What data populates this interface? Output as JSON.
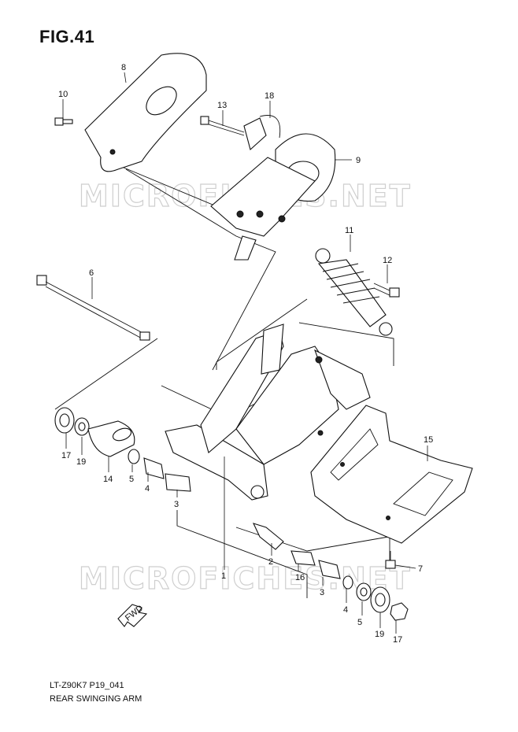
{
  "figure_title": "FIG.41",
  "watermark": "MICROFICHES.NET",
  "footer": {
    "model_code": "LT-Z90K7 P19_041",
    "section_name": "REAR SWINGING ARM"
  },
  "arrow_label": "FWD",
  "callouts": [
    "8",
    "10",
    "13",
    "18",
    "9",
    "11",
    "12",
    "6",
    "17",
    "19",
    "14",
    "5",
    "4",
    "3",
    "15",
    "2",
    "1",
    "16",
    "3",
    "4",
    "5",
    "19",
    "17",
    "7"
  ]
}
